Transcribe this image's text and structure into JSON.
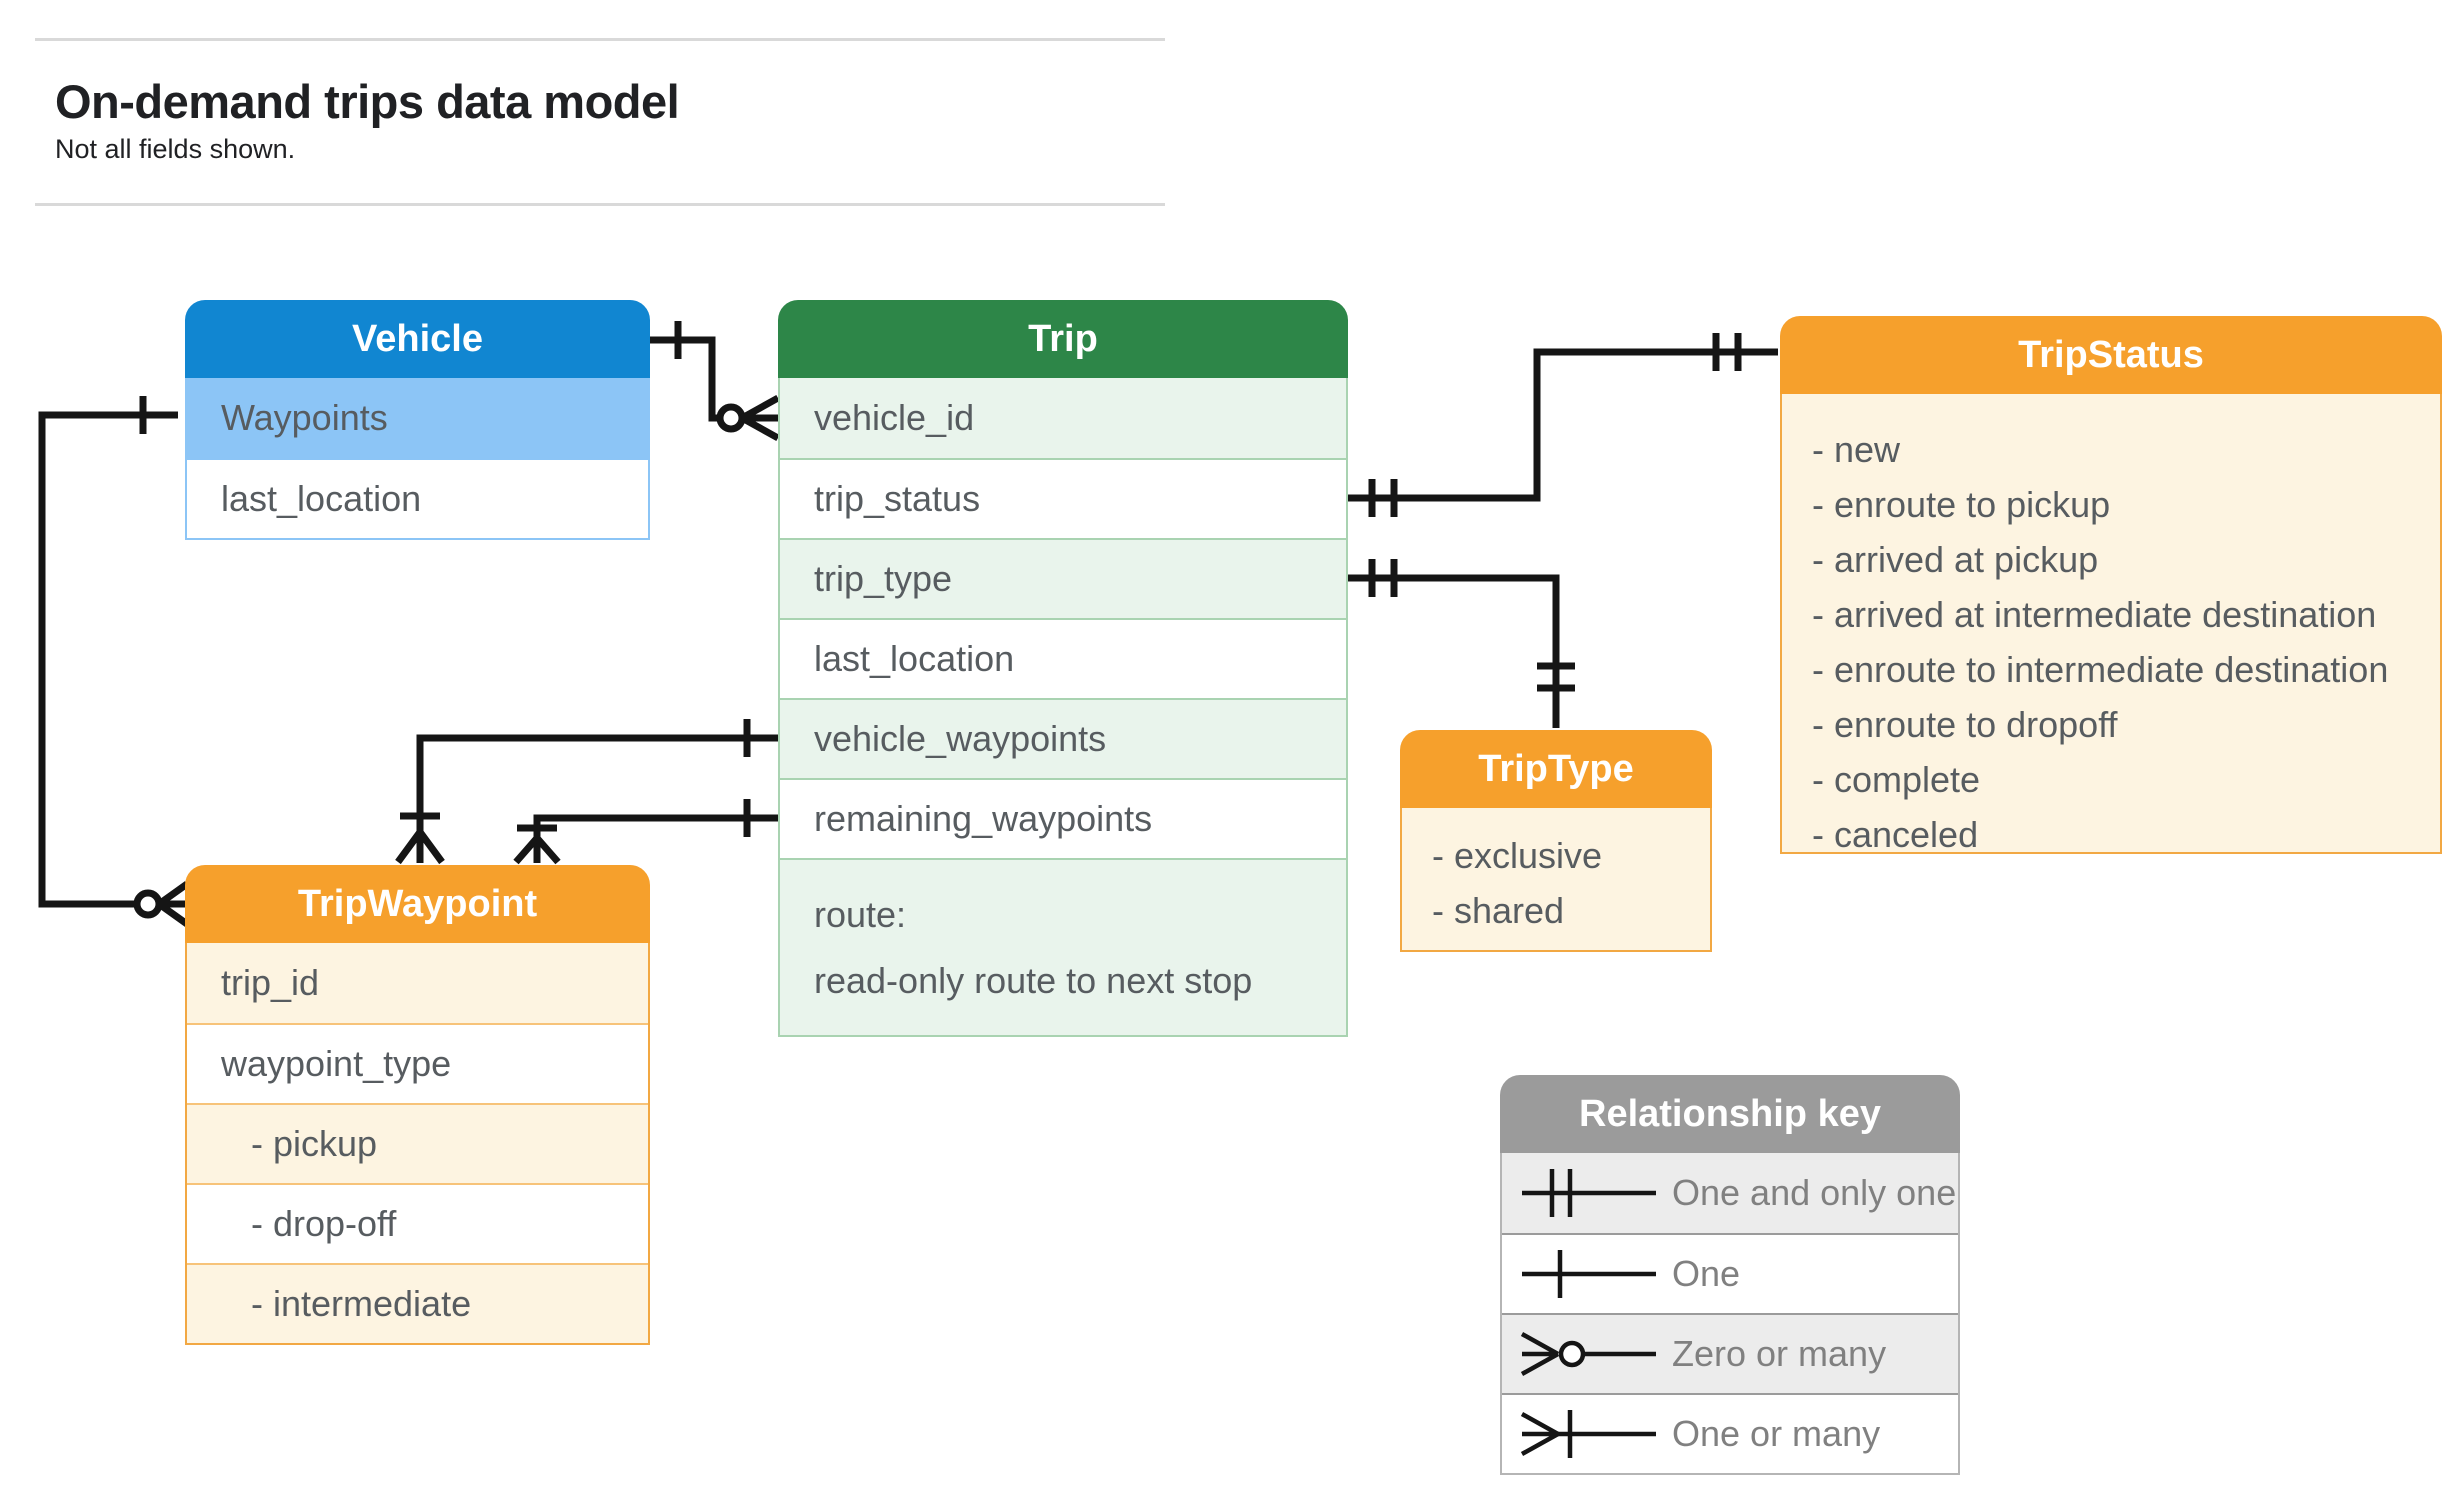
{
  "page": {
    "title": "On-demand trips data model",
    "subtitle": "Not all fields shown."
  },
  "tables": {
    "vehicle": {
      "title": "Vehicle",
      "fields": [
        "Waypoints",
        "last_location"
      ]
    },
    "trip": {
      "title": "Trip",
      "fields": [
        "vehicle_id",
        "trip_status",
        "trip_type",
        "last_location",
        "vehicle_waypoints",
        "remaining_waypoints"
      ],
      "route": {
        "name": "route:",
        "description": "read-only route to next stop"
      }
    },
    "tripStatus": {
      "title": "TripStatus",
      "values": [
        "- new",
        "- enroute to pickup",
        "- arrived at pickup",
        "- arrived at intermediate destination",
        "- enroute to intermediate destination",
        "- enroute to dropoff",
        "- complete",
        "- canceled"
      ]
    },
    "tripType": {
      "title": "TripType",
      "values": [
        "- exclusive",
        "- shared"
      ]
    },
    "tripWaypoint": {
      "title": "TripWaypoint",
      "fields": [
        "trip_id",
        "waypoint_type"
      ],
      "values": [
        "- pickup",
        "- drop-off",
        "- intermediate"
      ]
    }
  },
  "legend": {
    "title": "Relationship key",
    "rows": [
      {
        "symbol": "one-and-only-one",
        "label": "One and only one"
      },
      {
        "symbol": "one",
        "label": "One"
      },
      {
        "symbol": "zero-or-many",
        "label": "Zero or many"
      },
      {
        "symbol": "one-or-many",
        "label": "One or many"
      }
    ]
  },
  "relationships": [
    {
      "from": "Vehicle",
      "to": "Trip.vehicle_id",
      "from_cardinality": "one",
      "to_cardinality": "zero-or-many"
    },
    {
      "from": "Vehicle.Waypoints",
      "to": "TripWaypoint",
      "from_cardinality": "one",
      "to_cardinality": "zero-or-many"
    },
    {
      "from": "Trip.trip_status",
      "to": "TripStatus",
      "from_cardinality": "one-and-only-one",
      "to_cardinality": "one-and-only-one"
    },
    {
      "from": "Trip.trip_type",
      "to": "TripType",
      "from_cardinality": "one-and-only-one",
      "to_cardinality": "one-and-only-one"
    },
    {
      "from": "Trip.vehicle_waypoints",
      "to": "TripWaypoint",
      "from_cardinality": "one",
      "to_cardinality": "one-or-many"
    },
    {
      "from": "Trip.remaining_waypoints",
      "to": "TripWaypoint",
      "from_cardinality": "one",
      "to_cardinality": "one-or-many"
    }
  ],
  "colors": {
    "blue_header": "#1186d1",
    "blue_light": "#8cc5f6",
    "green_header": "#2d8648",
    "green_light": "#e9f4ec",
    "green_border": "#a9d3b1",
    "orange_header": "#f6a02c",
    "orange_light": "#fdf4e1",
    "orange_border": "#f2a843",
    "orange_separator": "#f7c379",
    "gray_header": "#9b9b9b",
    "gray_light": "#ececec",
    "field_text": "#575c60",
    "legend_text": "#808080",
    "title_text": "#202124",
    "connector": "#151515"
  }
}
